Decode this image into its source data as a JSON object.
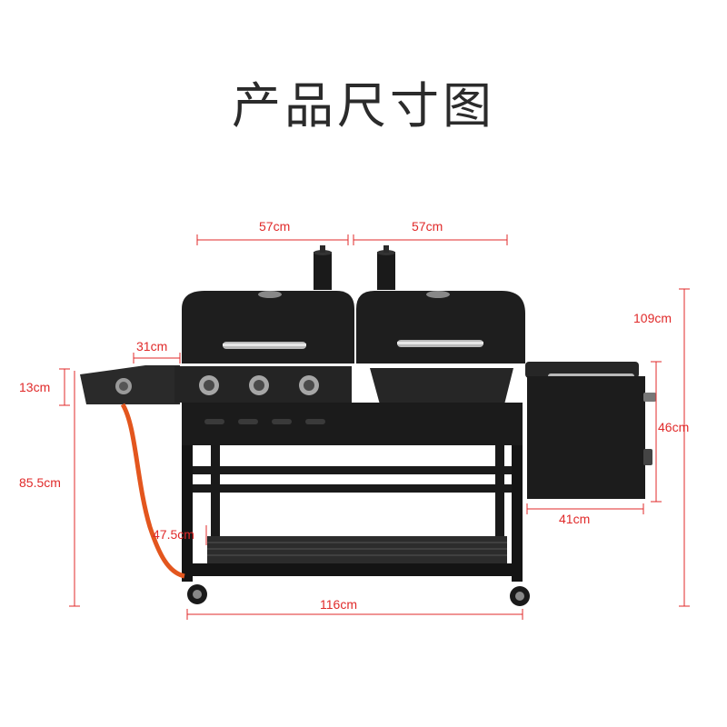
{
  "title": "产品尺寸图",
  "dimensions": {
    "left_lid_width": "57cm",
    "right_lid_width": "57cm",
    "side_shelf_width": "31cm",
    "side_shelf_height": "13cm",
    "work_surface_height": "85.5cm",
    "base_height": "47.5cm",
    "total_length": "116cm",
    "total_height": "109cm",
    "firebox_height": "46cm",
    "firebox_width": "41cm"
  },
  "colors": {
    "dimension_line": "#e02a2a",
    "grill_body": "#1c1c1c",
    "gas_hose": "#e3561e"
  }
}
